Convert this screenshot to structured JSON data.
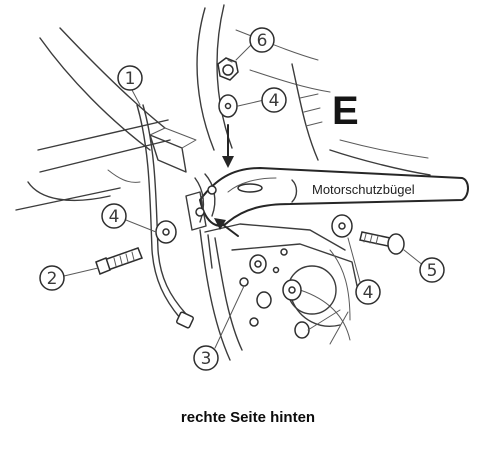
{
  "diagram": {
    "section_letter": "E",
    "bar_label": "Motorschutzbügel",
    "caption": "rechte Seite hinten",
    "callouts": [
      {
        "id": "c6",
        "number": "6"
      },
      {
        "id": "c4a",
        "number": "4"
      },
      {
        "id": "c1",
        "number": "1"
      },
      {
        "id": "c4b",
        "number": "4"
      },
      {
        "id": "c2",
        "number": "2"
      },
      {
        "id": "c3",
        "number": "3"
      },
      {
        "id": "c4c",
        "number": "4"
      },
      {
        "id": "c5",
        "number": "5"
      }
    ]
  },
  "colors": {
    "ink": "#3c3c3c",
    "background": "#ffffff"
  }
}
